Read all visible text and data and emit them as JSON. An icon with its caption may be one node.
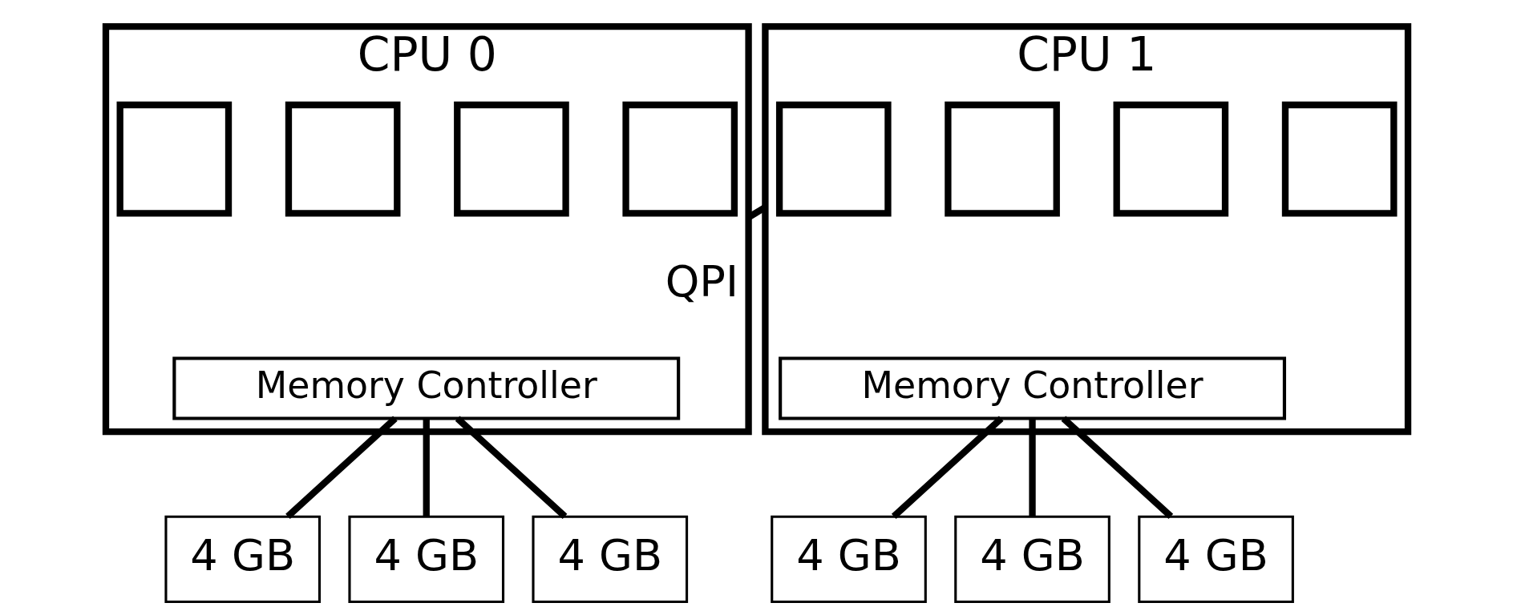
{
  "diagram": {
    "nodes": [
      {
        "text": [
          "CPU 0"
        ]
      },
      {
        "text": [],
        "shape": "box",
        "in": 0
      },
      {
        "text": [],
        "shape": "box",
        "in": 0
      },
      {
        "text": [],
        "shape": "box",
        "in": 0
      },
      {
        "text": [],
        "shape": "box",
        "in": 0
      },
      {
        "text": [
          "Memory Controller"
        ],
        "in": 0
      },
      {
        "text": [
          "CPU 1"
        ]
      },
      {
        "text": [],
        "shape": "box",
        "in": 6
      },
      {
        "text": [],
        "shape": "box",
        "in": 6
      },
      {
        "text": [],
        "shape": "box",
        "in": 6
      },
      {
        "text": [],
        "shape": "box",
        "in": 6
      },
      {
        "text": [
          "Memory Controller"
        ],
        "in": 6
      },
      {
        "text": [
          "4 GB"
        ]
      },
      {
        "text": [
          "4 GB"
        ]
      },
      {
        "text": [
          "4 GB"
        ]
      },
      {
        "text": [
          "4 GB"
        ]
      },
      {
        "text": [
          "4 GB"
        ]
      },
      {
        "text": [
          "4 GB"
        ]
      }
    ],
    "edges": [
      {
        "from": 0,
        "to": 6,
        "arrow": "none",
        "label": "QPI"
      },
      {
        "from": 5,
        "to": 12,
        "arrow": "none"
      },
      {
        "from": 5,
        "to": 13,
        "arrow": "none"
      },
      {
        "from": 5,
        "to": 14,
        "arrow": "none"
      },
      {
        "from": 11,
        "to": 15,
        "arrow": "none"
      },
      {
        "from": 11,
        "to": 16,
        "arrow": "none"
      },
      {
        "from": 11,
        "to": 17,
        "arrow": "none"
      }
    ]
  }
}
